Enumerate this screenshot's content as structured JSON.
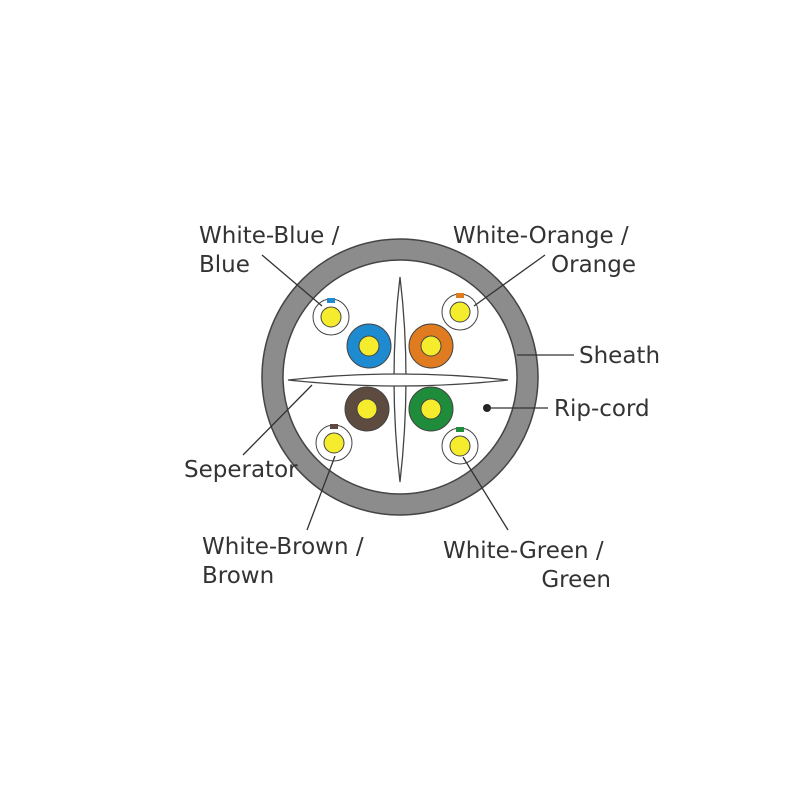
{
  "labels": {
    "white_blue": [
      "White-Blue /",
      "Blue"
    ],
    "white_orange": [
      "White-Orange /",
      "Orange"
    ],
    "sheath": "Sheath",
    "rip_cord": "Rip-cord",
    "separator": "Seperator",
    "white_brown": [
      "White-Brown /",
      "Brown"
    ],
    "white_green": [
      "White-Green /",
      "Green"
    ]
  },
  "colors": {
    "sheath": "#8c8c8c",
    "outline": "#444444",
    "conductor": "#f4ec2c",
    "blue": "#1e8bd0",
    "orange": "#e07b1f",
    "brown": "#5e4b40",
    "green": "#1e8c3a",
    "white_insulation": "#ffffff",
    "text": "#333333"
  },
  "pairs": [
    {
      "name": "blue",
      "solid_color": "blue"
    },
    {
      "name": "orange",
      "solid_color": "orange"
    },
    {
      "name": "brown",
      "solid_color": "brown"
    },
    {
      "name": "green",
      "solid_color": "green"
    }
  ]
}
